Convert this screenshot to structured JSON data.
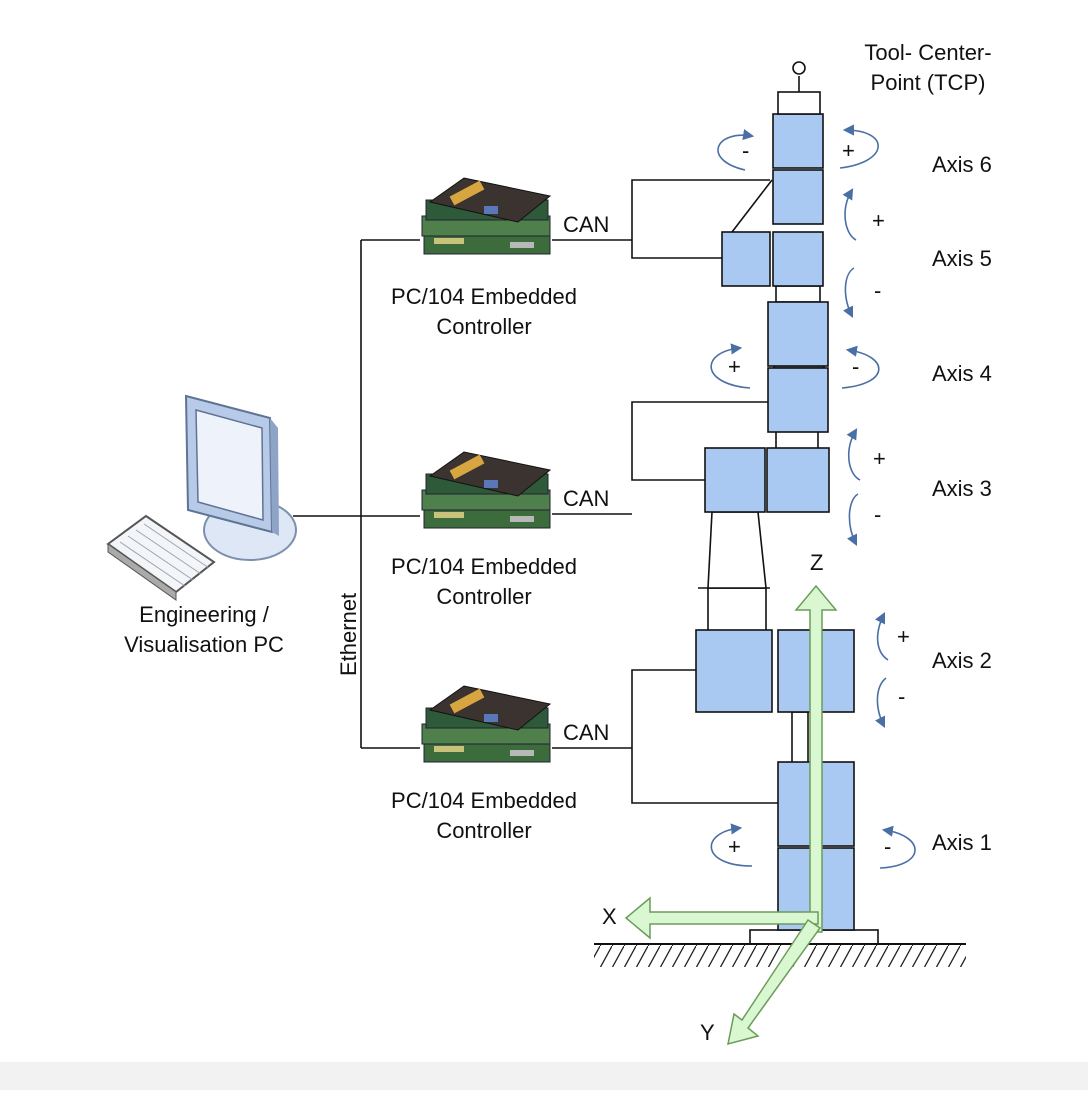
{
  "pc": {
    "label_line1": "Engineering /",
    "label_line2": "Visualisation PC"
  },
  "network": {
    "label": "Ethernet"
  },
  "controllers": [
    {
      "line1": "PC/104 Embedded",
      "line2": "Controller",
      "bus": "CAN"
    },
    {
      "line1": "PC/104 Embedded",
      "line2": "Controller",
      "bus": "CAN"
    },
    {
      "line1": "PC/104 Embedded",
      "line2": "Controller",
      "bus": "CAN"
    }
  ],
  "tcp": {
    "line1": "Tool- Center-",
    "line2": "Point (TCP)"
  },
  "axes": [
    {
      "name": "Axis 6",
      "left_sign": "-",
      "right_sign": "+"
    },
    {
      "name": "Axis 5",
      "upper_sign": "+",
      "lower_sign": "-"
    },
    {
      "name": "Axis 4",
      "left_sign": "+",
      "right_sign": "-"
    },
    {
      "name": "Axis 3",
      "upper_sign": "+",
      "lower_sign": "-"
    },
    {
      "name": "Axis 2",
      "upper_sign": "+",
      "lower_sign": "-"
    },
    {
      "name": "Axis 1",
      "left_sign": "+",
      "right_sign": "-"
    }
  ],
  "coordinates": {
    "z": "Z",
    "x": "X",
    "y": "Y"
  },
  "colors": {
    "module_fill": "#a9c8f2",
    "arrow_fill": "#d9f7d0",
    "rotation_arrow": "#4a6fa5"
  }
}
